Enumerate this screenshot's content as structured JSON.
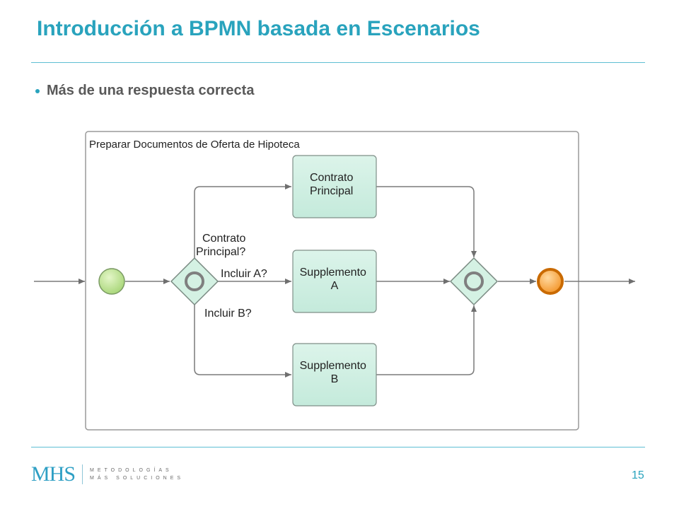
{
  "slide": {
    "title": "Introducción  a BPMN basada en Escenarios",
    "bullet": "Más de una respuesta correcta",
    "page_number": "15"
  },
  "diagram": {
    "pool_label": "Preparar Documentos de Oferta de Hipoteca",
    "tasks": {
      "contrato": [
        "Contrato",
        "Principal"
      ],
      "supplemento_a": [
        "Supplemento",
        "A"
      ],
      "supplemento_b": [
        "Supplemento",
        "B"
      ]
    },
    "conditions": {
      "contrato": [
        "Contrato",
        "Principal?"
      ],
      "a": "Incluir A?",
      "b": "Incluir B?"
    },
    "colors": {
      "task_fill": "#cdeee2",
      "start_fill": "#b8e08f",
      "end_fill": "#f59a2f",
      "gateway_fill": "#ceeedf"
    }
  },
  "logo": {
    "mark": "MHS",
    "line1": "METODOLOGÍAS",
    "line2": "MÁS SOLUCIONES"
  }
}
